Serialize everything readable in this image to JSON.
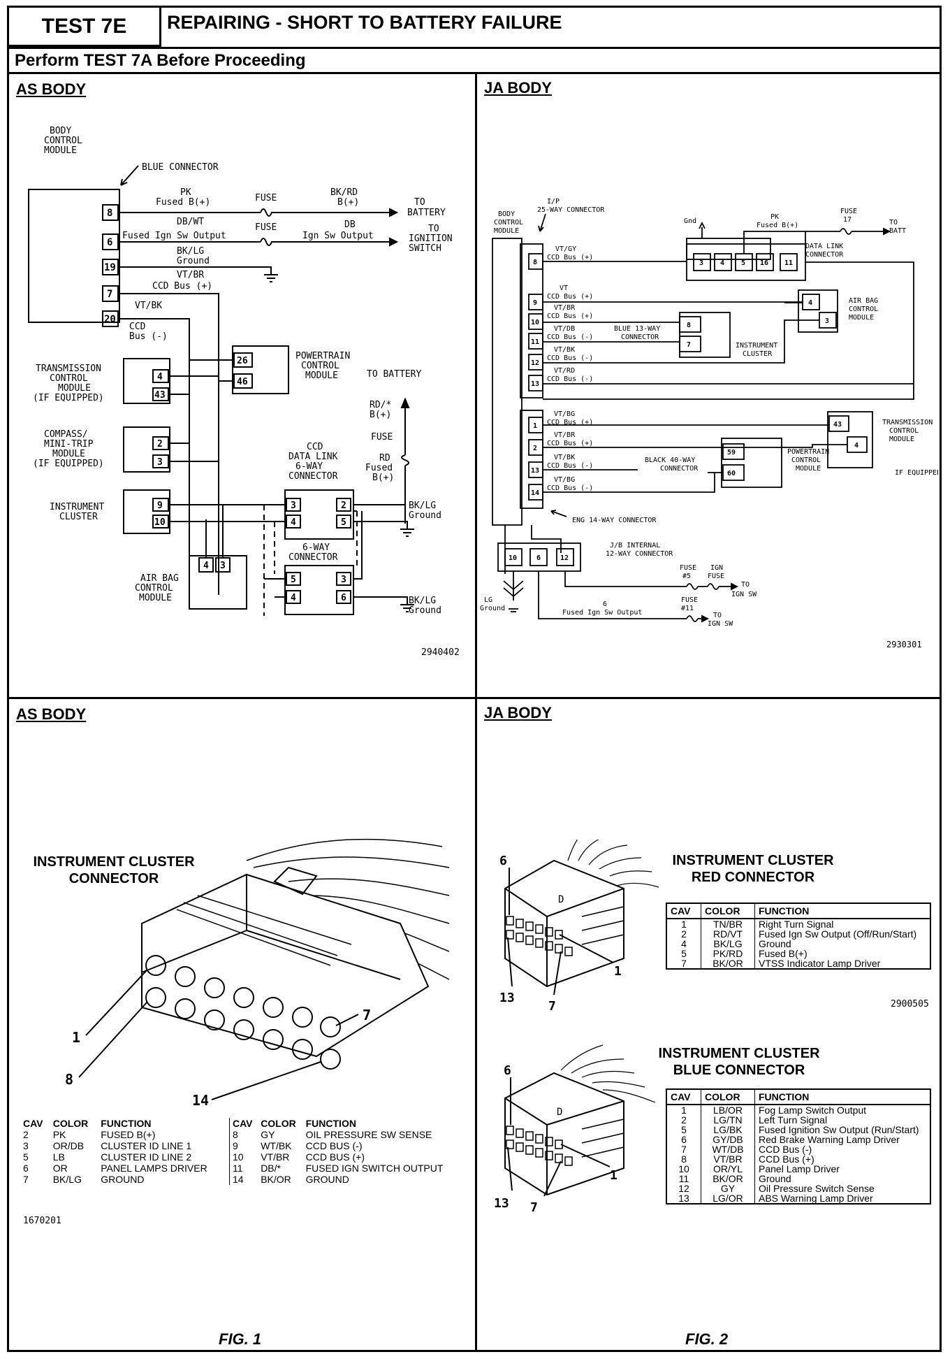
{
  "header": {
    "test_id": "TEST 7E",
    "title": "REPAIRING - SHORT TO BATTERY FAILURE",
    "subtitle": "Perform TEST 7A Before Proceeding"
  },
  "as_wiring": {
    "title": "AS BODY",
    "ref": "2940402",
    "bcm": [
      "BODY",
      "CONTROL",
      "MODULE"
    ],
    "blue_connector": "BLUE CONNECTOR",
    "pins": [
      "8",
      "6",
      "19",
      "7",
      "20"
    ],
    "w1_color": "PK",
    "w1_func": "Fused B(+)",
    "fuse1": "FUSE",
    "w1b_color": "BK/RD",
    "w1b_func": "B(+)",
    "to_battery": [
      "TO",
      "BATTERY"
    ],
    "w2_color": "DB/WT",
    "w2_func": "Fused Ign Sw Output",
    "fuse2": "FUSE",
    "w2b_color": "DB",
    "w2b_func": "Ign Sw Output",
    "to_ign": [
      "TO",
      "IGNITION",
      "SWITCH"
    ],
    "w3_color": "BK/LG",
    "w3_func": "Ground",
    "w4_color": "VT/BR",
    "w4_func": "CCD Bus (+)",
    "w5_color": "VT/BK",
    "w5_func": [
      "CCD",
      "Bus (-)"
    ],
    "pcm": [
      "POWERTRAIN",
      "CONTROL",
      "MODULE"
    ],
    "pcm_pins": [
      "26",
      "46"
    ],
    "tcm": [
      "TRANSMISSION",
      "CONTROL",
      "MODULE",
      "(IF EQUIPPED)"
    ],
    "tcm_pins": [
      "4",
      "43"
    ],
    "compass": [
      "COMPASS/",
      "MINI-TRIP",
      "MODULE",
      "(IF EQUIPPED)"
    ],
    "compass_pins": [
      "2",
      "3"
    ],
    "cluster": [
      "INSTRUMENT",
      "CLUSTER"
    ],
    "cluster_pins": [
      "9",
      "10"
    ],
    "airbag": [
      "AIR BAG",
      "CONTROL",
      "MODULE"
    ],
    "airbag_pins": [
      "4",
      "3"
    ],
    "to_battery2": "TO BATTERY",
    "rd_color": "RD/*",
    "rd_func": "B(+)",
    "fuse3": "FUSE",
    "rd2_color": "RD",
    "rd2_func": [
      "Fused",
      "B(+)"
    ],
    "dlc": [
      "CCD",
      "DATA LINK",
      "6-WAY",
      "CONNECTOR"
    ],
    "dlc_pins": [
      "3",
      "2",
      "4",
      "5"
    ],
    "gnd1_color": "BK/LG",
    "gnd1_func": "Ground",
    "c6": [
      "6-WAY",
      "CONNECTOR"
    ],
    "c6_pins": [
      "5",
      "3",
      "4",
      "6"
    ],
    "gnd2_color": "BK/LG",
    "gnd2_func": "Ground"
  },
  "ja_wiring": {
    "title": "JA BODY",
    "ref": "2930301",
    "bcm": [
      "BODY",
      "CONTROL",
      "MODULE"
    ],
    "ip": [
      "I/P",
      "25-WAY CONNECTOR"
    ],
    "gnd": "Gnd",
    "pk_color": "PK",
    "pk_func": "Fused B(+)",
    "fuse_a": [
      "FUSE",
      "17"
    ],
    "to_batt": [
      "TO",
      "BATT"
    ],
    "dlc_pins": [
      "3",
      "4",
      "5",
      "16",
      "11"
    ],
    "dlc": [
      "DATA LINK",
      "CONNECTOR"
    ],
    "pins": [
      "8",
      "9",
      "10",
      "11",
      "12",
      "13",
      "1",
      "2",
      "13",
      "14"
    ],
    "wires": [
      {
        "c": "VT/GY",
        "f": "CCD Bus (+)"
      },
      {
        "c": "VT",
        "f": "CCD Bus (+)"
      },
      {
        "c": "VT/BR",
        "f": "CCD Bus (+)"
      },
      {
        "c": "VT/DB",
        "f": "CCD Bus (-)"
      },
      {
        "c": "VT/BK",
        "f": "CCD Bus (-)"
      },
      {
        "c": "VT/RD",
        "f": "CCD Bus (-)"
      },
      {
        "c": "VT/BG",
        "f": "CCD Bus (+)"
      },
      {
        "c": "VT/BR",
        "f": "CCD Bus (+)"
      },
      {
        "c": "VT/BK",
        "f": "CCD Bus (-)"
      },
      {
        "c": "VT/BG",
        "f": "CCD Bus (-)"
      }
    ],
    "airbag": [
      "AIR BAG",
      "CONTROL",
      "MODULE"
    ],
    "airbag_pins": [
      "4",
      "3"
    ],
    "blue13": [
      "BLUE 13-WAY",
      "CONNECTOR"
    ],
    "cluster": [
      "INSTRUMENT",
      "CLUSTER"
    ],
    "cluster_pins": [
      "8",
      "7"
    ],
    "tcm": [
      "TRANSMISSION",
      "CONTROL",
      "MODULE"
    ],
    "tcm_pins": [
      "43",
      "4"
    ],
    "if_equipped": "IF EQUIPPED",
    "black40": [
      "BLACK 40-WAY",
      "CONNECTOR"
    ],
    "pcm": [
      "POWERTRAIN",
      "CONTROL",
      "MODULE"
    ],
    "pcm_pins": [
      "59",
      "60"
    ],
    "eng": "ENG 14-WAY CONNECTOR",
    "jb": [
      "J/B INTERNAL",
      "12-WAY CONNECTOR"
    ],
    "jb_pins": [
      "10",
      "6",
      "12"
    ],
    "lg_color": "LG",
    "lg_func": "Ground",
    "fuse_b": [
      "FUSE",
      "#5"
    ],
    "ign_fuse": [
      "IGN",
      "FUSE"
    ],
    "to_ign1": [
      "TO",
      "IGN SW"
    ],
    "w6_color": "6",
    "w6_func": "Fused Ign Sw Output",
    "fuse_c": [
      "FUSE",
      "#11"
    ],
    "to_ign2": [
      "TO",
      "IGN SW"
    ]
  },
  "as_connector": {
    "title": "AS BODY",
    "caption": [
      "INSTRUMENT CLUSTER",
      "CONNECTOR"
    ],
    "callouts": [
      "1",
      "8",
      "7",
      "14"
    ],
    "headers": [
      "CAV",
      "COLOR",
      "FUNCTION"
    ],
    "left_rows": [
      [
        "2",
        "PK",
        "FUSED B(+)"
      ],
      [
        "3",
        "OR/DB",
        "CLUSTER ID LINE 1"
      ],
      [
        "5",
        "LB",
        "CLUSTER ID LINE 2"
      ],
      [
        "6",
        "OR",
        "PANEL LAMPS DRIVER"
      ],
      [
        "7",
        "BK/LG",
        "GROUND"
      ]
    ],
    "right_rows": [
      [
        "8",
        "GY",
        "OIL PRESSURE SW SENSE"
      ],
      [
        "9",
        "WT/BK",
        "CCD BUS (-)"
      ],
      [
        "10",
        "VT/BR",
        "CCD BUS (+)"
      ],
      [
        "11",
        "DB/*",
        "FUSED IGN SWITCH OUTPUT"
      ],
      [
        "14",
        "BK/OR",
        "GROUND"
      ]
    ],
    "ref": "1670201",
    "fig": "FIG. 1"
  },
  "ja_connectors": {
    "title": "JA BODY",
    "red": {
      "caption": [
        "INSTRUMENT CLUSTER",
        "RED CONNECTOR"
      ],
      "callouts": [
        "6",
        "1",
        "13",
        "7"
      ],
      "headers": [
        "CAV",
        "COLOR",
        "FUNCTION"
      ],
      "rows": [
        [
          "1",
          "TN/BR",
          "Right Turn Signal"
        ],
        [
          "2",
          "RD/VT",
          "Fused Ign Sw Output (Off/Run/Start)"
        ],
        [
          "4",
          "BK/LG",
          "Ground"
        ],
        [
          "5",
          "PK/RD",
          "Fused B(+)"
        ],
        [
          "7",
          "BK/OR",
          "VTSS Indicator Lamp Driver"
        ]
      ],
      "ref": "2900505"
    },
    "blue": {
      "caption": [
        "INSTRUMENT CLUSTER",
        "BLUE CONNECTOR"
      ],
      "callouts": [
        "6",
        "13",
        "7",
        "1"
      ],
      "headers": [
        "CAV",
        "COLOR",
        "FUNCTION"
      ],
      "rows": [
        [
          "1",
          "LB/OR",
          "Fog Lamp Switch Output"
        ],
        [
          "2",
          "LG/TN",
          "Left Turn Signal"
        ],
        [
          "5",
          "LG/BK",
          "Fused Ignition Sw Output (Run/Start)"
        ],
        [
          "6",
          "GY/DB",
          "Red Brake Warning Lamp Driver"
        ],
        [
          "7",
          "WT/DB",
          "CCD Bus (-)"
        ],
        [
          "8",
          "VT/BR",
          "CCD Bus (+)"
        ],
        [
          "10",
          "OR/YL",
          "Panel Lamp Driver"
        ],
        [
          "11",
          "BK/OR",
          "Ground"
        ],
        [
          "12",
          "GY",
          "Oil Pressure Switch Sense"
        ],
        [
          "13",
          "LG/OR",
          "ABS Warning Lamp Driver"
        ]
      ]
    },
    "fig": "FIG. 2"
  }
}
